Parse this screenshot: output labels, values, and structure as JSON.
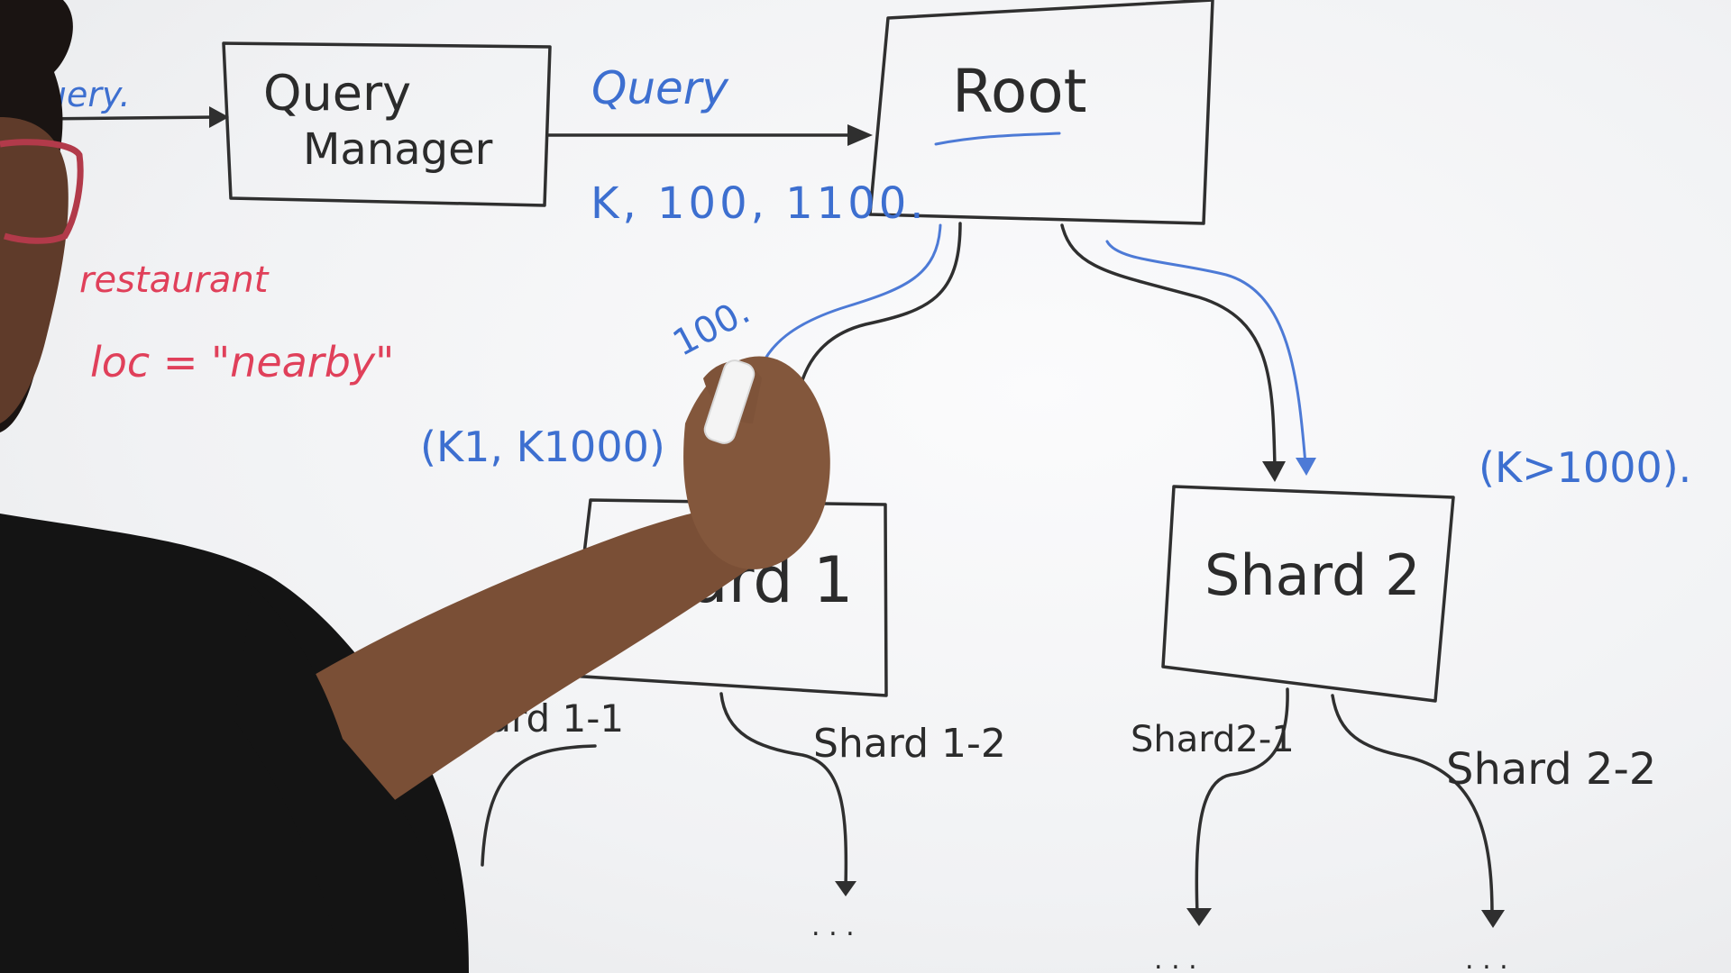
{
  "labels": {
    "query_in": "Query.",
    "query_manager_line1": "Query",
    "query_manager_line2": "Manager",
    "query_arrow": "Query",
    "params": "K, 100, 1100.",
    "root": "Root",
    "count_100": "100.",
    "range_left": "(K1, K1000)",
    "range_right": "(K>1000).",
    "shard1": "Shard 1",
    "shard2": "Shard 2",
    "shard1_1": "Shard 1-1",
    "shard1_2": "Shard 1-2",
    "shard2_1": "Shard2-1",
    "shard2_2": "Shard 2-2",
    "filter_restaurant": "restaurant",
    "filter_loc": "loc = \"nearby\"",
    "ellipsis": ". . ."
  },
  "colors": {
    "whiteboard": "#f2f3f4",
    "marker_black": "#2b2b2b",
    "marker_blue": "#3d6fd0",
    "marker_red": "#e0405a",
    "shirt": "#141414",
    "skin": "#7a4f36"
  }
}
